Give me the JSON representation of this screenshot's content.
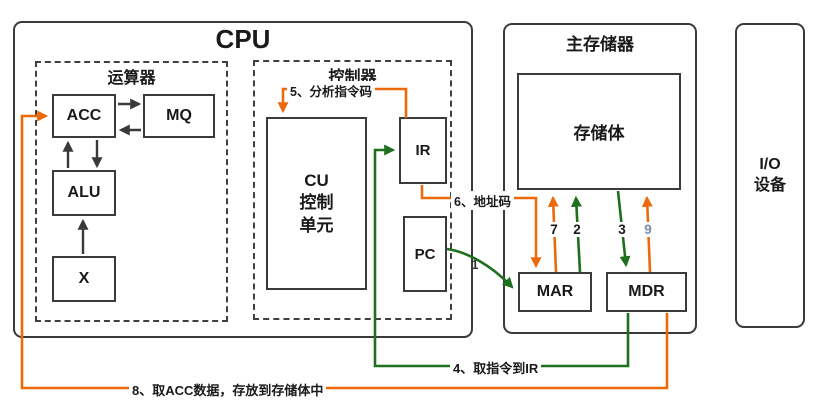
{
  "blocks": {
    "cpu": {
      "label": "CPU"
    },
    "operator_unit": {
      "label": "运算器"
    },
    "controller_unit": {
      "label": "控制器"
    },
    "acc": {
      "label": "ACC"
    },
    "mq": {
      "label": "MQ"
    },
    "alu": {
      "label": "ALU"
    },
    "x_reg": {
      "label": "X"
    },
    "cu": {
      "line1": "CU",
      "line2": "控制",
      "line3": "单元"
    },
    "ir": {
      "label": "IR"
    },
    "pc": {
      "label": "PC"
    },
    "main_memory": {
      "label": "主存储器"
    },
    "storage_body": {
      "label": "存储体"
    },
    "mar": {
      "label": "MAR"
    },
    "mdr": {
      "label": "MDR"
    },
    "io_device": {
      "line1": "I/O",
      "line2": "设备"
    }
  },
  "steps": {
    "s1": {
      "text": "1",
      "color": "green"
    },
    "s2": {
      "text": "2",
      "color": "green"
    },
    "s3": {
      "text": "3",
      "color": "green"
    },
    "s4": {
      "text": "4、取指令到IR",
      "color": "green"
    },
    "s5": {
      "text": "5、分析指令码",
      "color": "orange"
    },
    "s6": {
      "text": "6、地址码",
      "color": "orange"
    },
    "s7": {
      "text": "7",
      "color": "orange"
    },
    "s8": {
      "text": "8、取ACC数据，存放到存储体中",
      "color": "orange"
    },
    "s9": {
      "text": "9",
      "color": "orange"
    }
  },
  "colors": {
    "orange_path": "#ED6A0C",
    "green_path": "#1E701E",
    "box_border": "#3A3A3A",
    "step9_text": "#7D8FA6",
    "background": "#FFFFFF"
  }
}
